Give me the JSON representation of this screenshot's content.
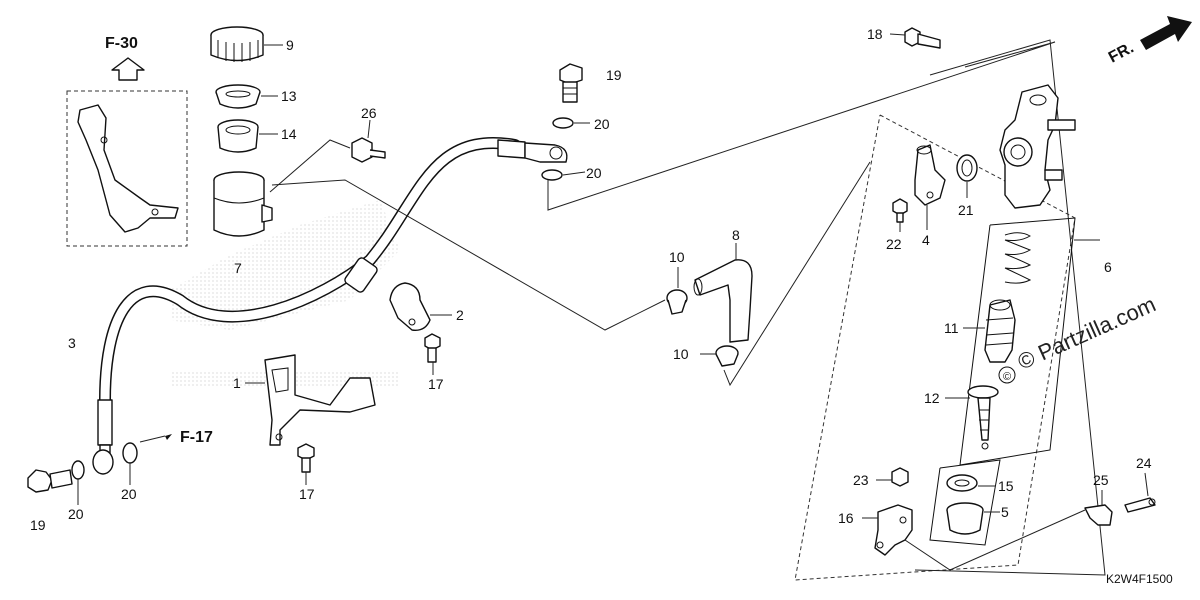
{
  "reference_labels": {
    "f30": "F-30",
    "f17": "F-17",
    "front": "FR."
  },
  "part_labels": [
    {
      "id": "p9",
      "text": "9"
    },
    {
      "id": "p13",
      "text": "13"
    },
    {
      "id": "p14",
      "text": "14"
    },
    {
      "id": "p26",
      "text": "26"
    },
    {
      "id": "p7",
      "text": "7"
    },
    {
      "id": "p3",
      "text": "3"
    },
    {
      "id": "p2",
      "text": "2"
    },
    {
      "id": "p1",
      "text": "1"
    },
    {
      "id": "p17a",
      "text": "17"
    },
    {
      "id": "p17b",
      "text": "17"
    },
    {
      "id": "p19a",
      "text": "19"
    },
    {
      "id": "p20a",
      "text": "20"
    },
    {
      "id": "p20b",
      "text": "20"
    },
    {
      "id": "p19b",
      "text": "19"
    },
    {
      "id": "p20c",
      "text": "20"
    },
    {
      "id": "p20d",
      "text": "20"
    },
    {
      "id": "p10a",
      "text": "10"
    },
    {
      "id": "p8",
      "text": "8"
    },
    {
      "id": "p10b",
      "text": "10"
    },
    {
      "id": "p18",
      "text": "18"
    },
    {
      "id": "p4",
      "text": "4"
    },
    {
      "id": "p22",
      "text": "22"
    },
    {
      "id": "p21",
      "text": "21"
    },
    {
      "id": "p6",
      "text": "6"
    },
    {
      "id": "p11",
      "text": "11"
    },
    {
      "id": "p12",
      "text": "12"
    },
    {
      "id": "p23",
      "text": "23"
    },
    {
      "id": "p15",
      "text": "15"
    },
    {
      "id": "p16",
      "text": "16"
    },
    {
      "id": "p5",
      "text": "5"
    },
    {
      "id": "p25",
      "text": "25"
    },
    {
      "id": "p24",
      "text": "24"
    }
  ],
  "watermark": "© Partzilla.com",
  "diagram_code": "K2W4F1500"
}
